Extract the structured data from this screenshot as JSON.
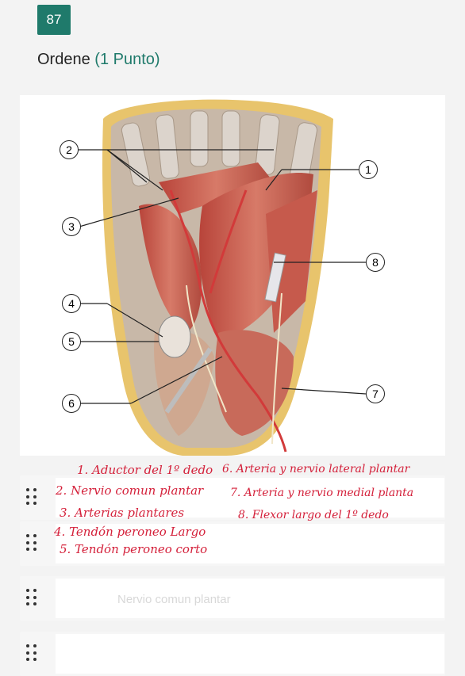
{
  "question": {
    "number": "87",
    "title": "Ordene",
    "points": "(1 Punto)"
  },
  "figure": {
    "callouts": [
      "1",
      "2",
      "3",
      "4",
      "5",
      "6",
      "7",
      "8"
    ]
  },
  "handwritten_notes": [
    "1. Aductor del 1º dedo",
    "2. Nervio comun plantar",
    "3. Arterias plantares",
    "4. Tendón peroneo Largo",
    "5. Tendón peroneo corto",
    "6. Arteria y nervio lateral plantar",
    "7. Arteria y nervio medial planta",
    "8. Flexor largo del 1º dedo"
  ],
  "options": [
    {
      "label": ""
    },
    {
      "label": ""
    },
    {
      "label": "Nervio comun plantar"
    },
    {
      "label": ""
    }
  ],
  "colors": {
    "accent": "#1f7a6b",
    "annotation": "#d4203a"
  }
}
